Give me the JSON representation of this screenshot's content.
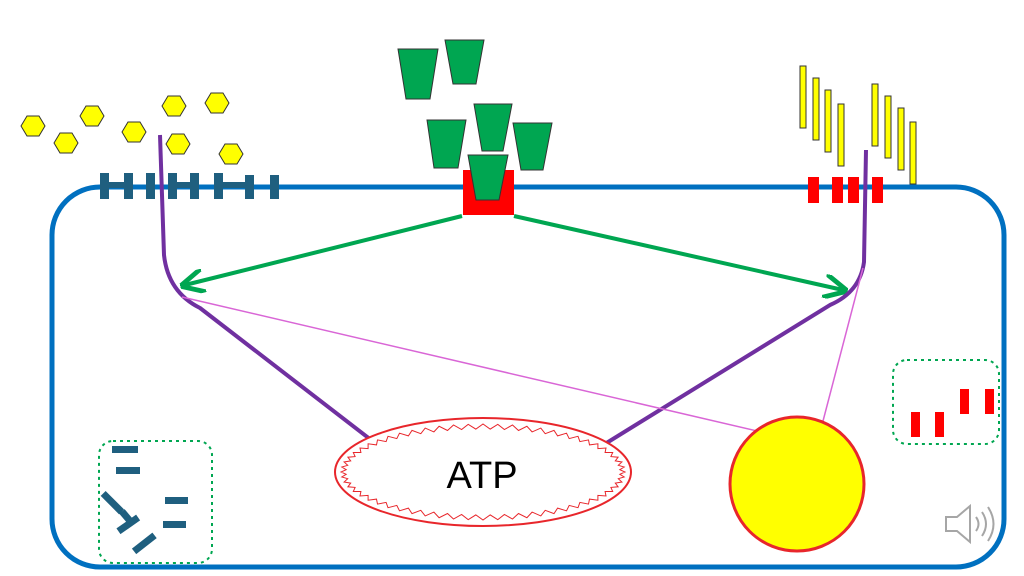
{
  "diagram": {
    "atp_label": "ATP",
    "colors": {
      "cell_membrane": "#0070c0",
      "receptor_blue": "#1f5f7f",
      "receptor_red": "#ff0000",
      "hexagon_fill": "#ffff00",
      "trapezoid_fill": "#00a651",
      "bar_fill": "#ffff00",
      "arrow_green": "#00a651",
      "arrow_purple": "#7030a0",
      "arrow_pink": "#d966d6",
      "atp_outline": "#e8262b",
      "yellow_organelle": "#ffff00",
      "vesicle_border": "#00a651"
    },
    "icons": [
      "hexagon-ligand",
      "trapezoid-ligand",
      "bar-ligand",
      "speaker-icon"
    ]
  }
}
